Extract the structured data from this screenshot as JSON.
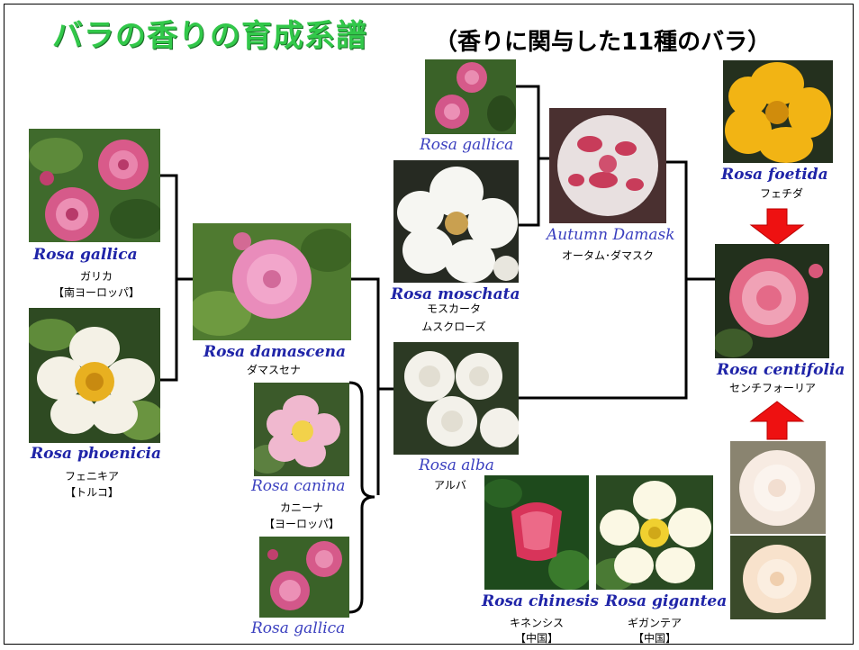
{
  "title": "バラの香りの育成系譜",
  "subtitle": "（香りに関与した11種のバラ）",
  "roses": {
    "gallica_left": {
      "latin": "Rosa gallica",
      "jp": "ガリカ",
      "region": "【南ヨーロッパ】"
    },
    "phoenicia": {
      "latin": "Rosa phoenicia",
      "jp": "フェニキア",
      "region": "【トルコ】"
    },
    "damascena": {
      "latin": "Rosa damascena",
      "jp": "ダマスセナ"
    },
    "canina": {
      "latin": "Rosa canina",
      "jp": "カニーナ",
      "region": "【ヨーロッパ】"
    },
    "gallica_bottom": {
      "latin": "Rosa gallica"
    },
    "gallica_top": {
      "latin": "Rosa gallica"
    },
    "moschata": {
      "latin": "Rosa moschata",
      "jp": "モスカータ"
    },
    "musk_rose": {
      "jp": "ムスクローズ"
    },
    "alba": {
      "latin": "Rosa alba",
      "jp": "アルバ"
    },
    "autumn_damask": {
      "latin": "Autumn Damask",
      "jp": "オータム･ダマスク"
    },
    "foetida": {
      "latin": "Rosa foetida",
      "jp": "フェチダ"
    },
    "centifolia": {
      "latin": "Rosa centifolia",
      "jp": "センチフォーリア"
    },
    "chinesis": {
      "latin": "Rosa chinesis",
      "jp": "キネンシス",
      "region": "【中国】"
    },
    "gigantea": {
      "latin": "Rosa gigantea",
      "jp": "ギガンテア",
      "region": "【中国】"
    }
  },
  "colors": {
    "title": "#32c84a",
    "latin_bold": "#1f24a8",
    "latin_normal": "#3a3fbf",
    "arrow": "#ee1111"
  }
}
